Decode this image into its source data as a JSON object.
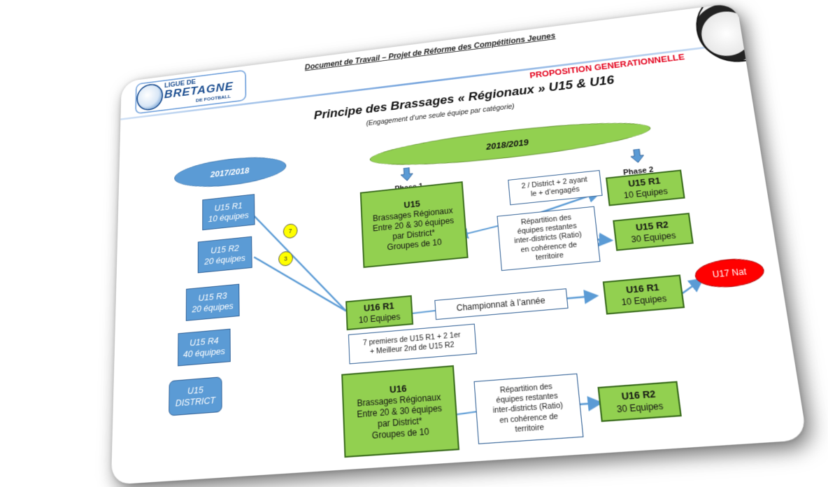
{
  "header": {
    "doc_title": "Document de Travail – Projet de Réforme des Compétitions Jeunes",
    "logo": {
      "line1": "LIGUE DE",
      "line2": "BRETAGNE",
      "line3": "DE FOOTBALL"
    },
    "proposition": "PROPOSITION GENERATIONNELLE"
  },
  "title": {
    "main": "Principe des Brassages « Régionaux » U15 & U16",
    "sub": "(Engagement d’une seule équipe par catégorie)"
  },
  "seasons": {
    "old": "2017/2018",
    "new": "2018/2019"
  },
  "phases": {
    "phase1": "Phase 1",
    "phase2": "Phase 2"
  },
  "left_boxes": [
    {
      "line1": "U15 R1",
      "line2": "10 équipes"
    },
    {
      "line1": "U15 R2",
      "line2": "20 équipes"
    },
    {
      "line1": "U15 R3",
      "line2": "20 équipes"
    },
    {
      "line1": "U15 R4",
      "line2": "40 équipes"
    },
    {
      "line1": "U15",
      "line2": "DISTRICT"
    }
  ],
  "markers": {
    "seven": "7",
    "three": "3"
  },
  "u15_brassage": {
    "title": "U15",
    "lines": [
      "Brassages Régionaux",
      "Entre 20 & 30 équipes",
      "par District*",
      "Groupes de 10"
    ]
  },
  "u16_brassage": {
    "title": "U16",
    "lines": [
      "Brassages Régionaux",
      "Entre 20 & 30 équipes",
      "par District*",
      "Groupes de 10"
    ]
  },
  "notes": {
    "district_top": [
      "2 / District + 2 ayant",
      "le + d’engagés"
    ],
    "repartition_u15": [
      "Répartition des",
      "équipes restantes",
      "inter-districts (Ratio)",
      "en cohérence de",
      "territoire"
    ],
    "repartition_u16": [
      "Répartition des",
      "équipes restantes",
      "inter-districts (Ratio)",
      "en cohérence de",
      "territoire"
    ],
    "championnat": "Championnat à l’année",
    "premiers": [
      "7 premiers de U15 R1 + 2 1er",
      "+ Meilleur 2nd de U15 R2"
    ]
  },
  "result_boxes": {
    "u15_r1": {
      "title": "U15 R1",
      "sub": "10 Equipes"
    },
    "u15_r2": {
      "title": "U15 R2",
      "sub": "30 Equipes"
    },
    "u16_r1_left": {
      "title": "U16 R1",
      "sub": "10 Equipes"
    },
    "u16_r1_right": {
      "title": "U16 R1",
      "sub": "10 Equipes"
    },
    "u16_r2": {
      "title": "U16 R2",
      "sub": "30 Equipes"
    }
  },
  "u17": "U17 Nat",
  "colors": {
    "blue_box": "#5b9bd5",
    "green_box": "#92d050",
    "red_ellipse": "#ff0000",
    "title_red": "#e3001b",
    "marker_yellow": "#ffff00"
  }
}
